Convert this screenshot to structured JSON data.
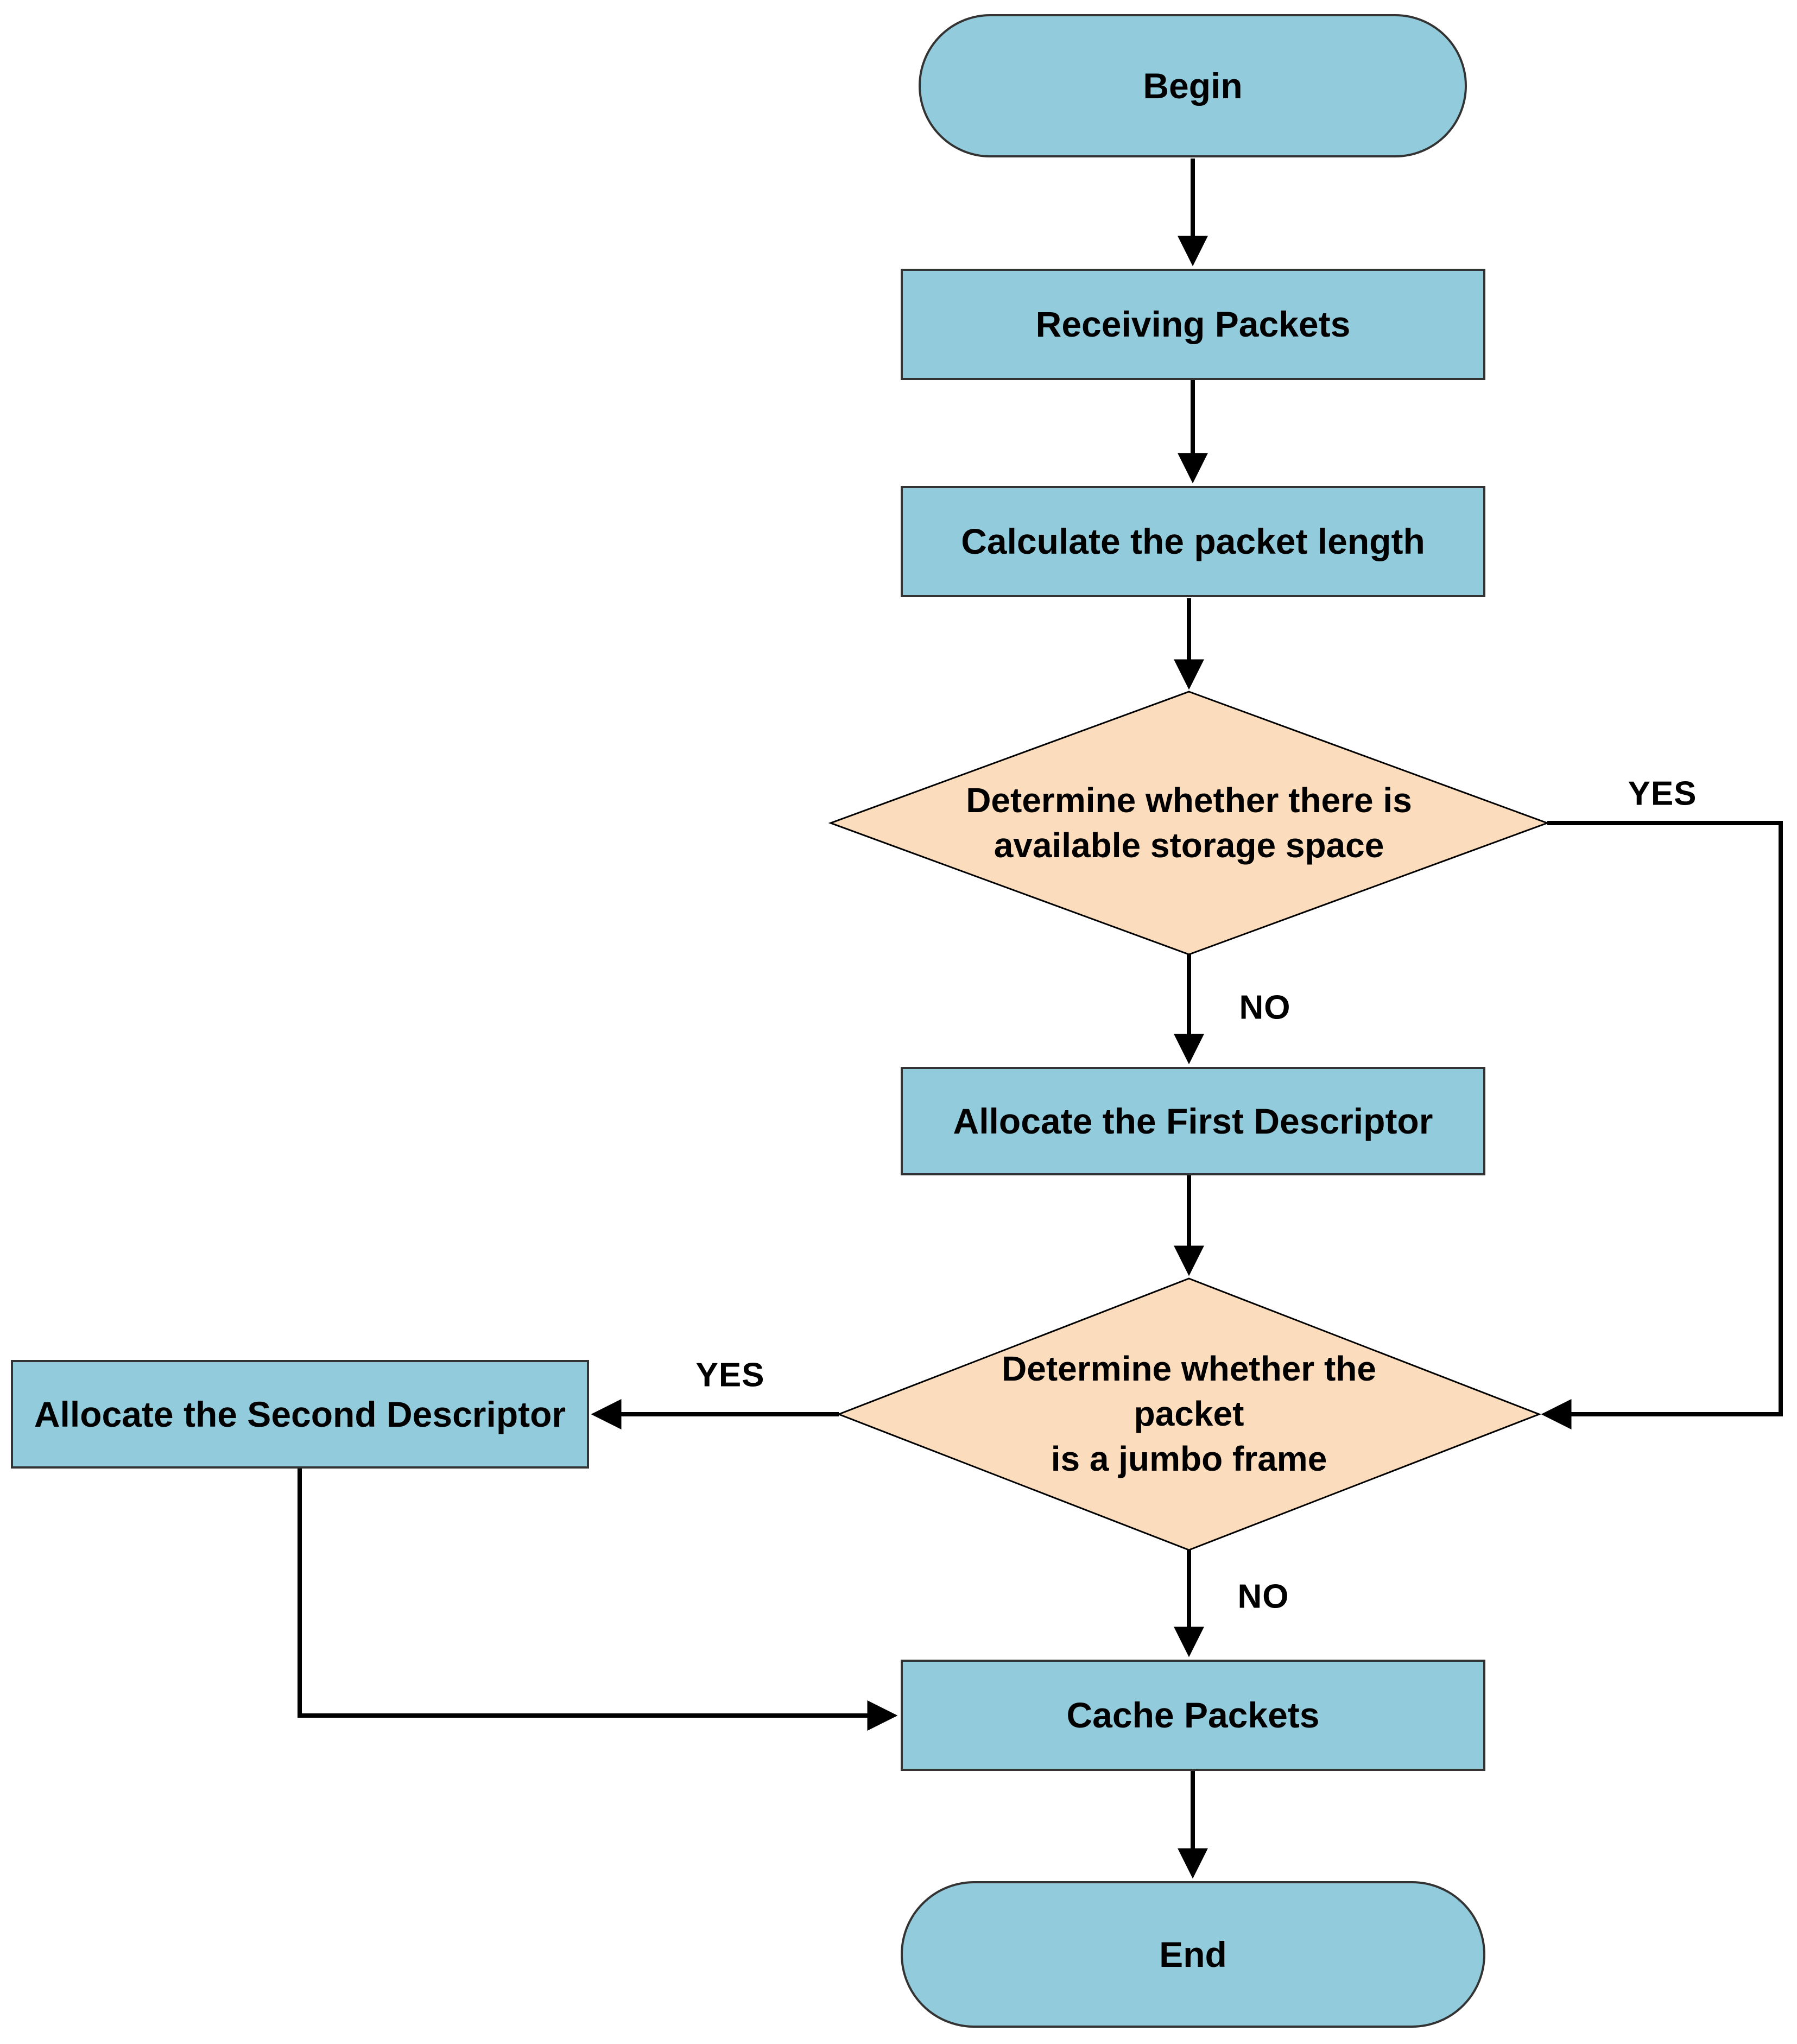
{
  "diagram": {
    "colors": {
      "node_fill": "#92cbdb",
      "decision_fill": "#fbdcbc",
      "border": "#333333",
      "line": "#000000"
    },
    "nodes": {
      "begin": {
        "type": "terminator",
        "label": "Begin"
      },
      "receiving": {
        "type": "process",
        "label": "Receiving Packets"
      },
      "calculate": {
        "type": "process",
        "label": "Calculate the packet length"
      },
      "decision_storage": {
        "type": "decision",
        "label": "Determine whether there is\navailable storage space"
      },
      "allocate_first": {
        "type": "process",
        "label": "Allocate the First Descriptor"
      },
      "decision_jumbo": {
        "type": "decision",
        "label": "Determine whether the\npacket\nis a jumbo frame"
      },
      "allocate_second": {
        "type": "process",
        "label": "Allocate the Second Descriptor"
      },
      "cache": {
        "type": "process",
        "label": "Cache Packets"
      },
      "end": {
        "type": "terminator",
        "label": "End"
      }
    },
    "edge_labels": {
      "storage_yes": "YES",
      "storage_no": "NO",
      "jumbo_yes": "YES",
      "jumbo_no": "NO"
    }
  }
}
